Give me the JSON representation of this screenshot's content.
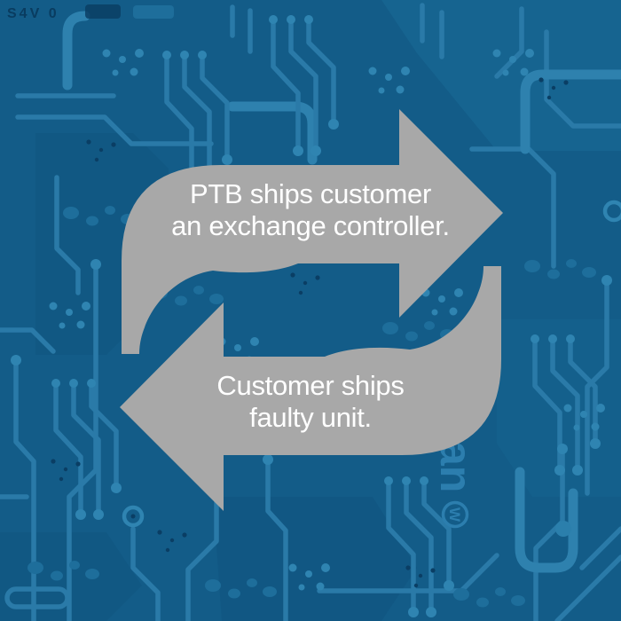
{
  "arrows": {
    "top": {
      "line1": "PTB ships customer",
      "line2": "an exchange controller.",
      "direction": "right"
    },
    "bottom": {
      "line1": "Customer ships",
      "line2": "faulty unit.",
      "direction": "left"
    }
  },
  "background": {
    "silkscreen_label": "S4V 0",
    "silkscreen_vertical_text": "an",
    "silkscreen_logo_letter": "W"
  },
  "colors": {
    "arrow_gray": "#a8a8a8",
    "label_text": "#ffffff",
    "board_base": "#135c88",
    "board_trace": "#2a7aa8",
    "board_pad": "#2f84b1",
    "board_pour_dark": "#0f537e",
    "board_pour_light": "#1a6b97",
    "board_navy": "#0a3e64"
  }
}
